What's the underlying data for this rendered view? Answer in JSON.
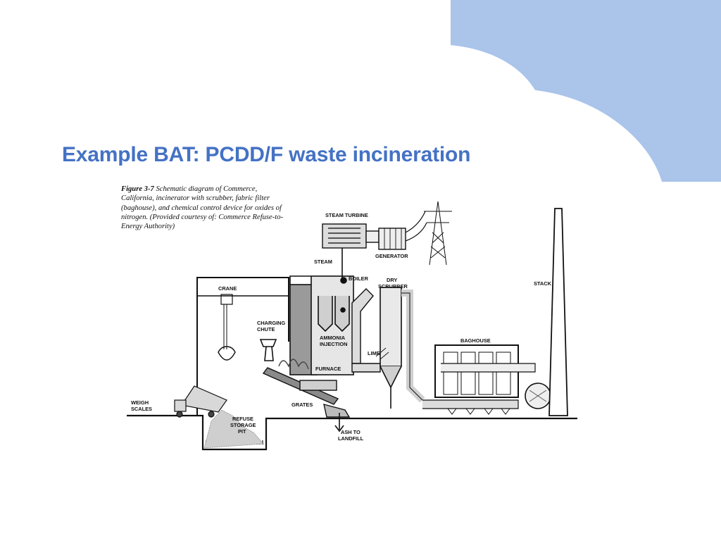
{
  "slide": {
    "title": "Example BAT: PCDD/F waste incineration",
    "accent_color": "#4472c4",
    "decoration_color": "#aac4ea"
  },
  "figure": {
    "caption_label": "Figure 3-7",
    "caption_text": " Schematic diagram of Commerce, California, incinerator with scrubber, fabric filter (baghouse), and chemical control device for oxides of nitrogen.  (Provided courtesy of: Commerce Refuse-to-Energy Authority)",
    "labels": {
      "steam_turbine": "STEAM TURBINE",
      "generator": "GENERATOR",
      "steam": "STEAM",
      "boiler": "BOILER",
      "dry_scrubber_1": "DRY",
      "dry_scrubber_2": "SCRUBBER",
      "stack": "STACK",
      "crane": "CRANE",
      "charging_chute_1": "CHARGING",
      "charging_chute_2": "CHUTE",
      "ammonia_injection_1": "AMMONIA",
      "ammonia_injection_2": "INJECTION",
      "lime": "LIME",
      "baghouse": "BAGHOUSE",
      "furnace": "FURNACE",
      "weigh_scales_1": "WEIGH",
      "weigh_scales_2": "SCALES",
      "grates": "GRATES",
      "refuse_storage_pit_1": "REFUSE",
      "refuse_storage_pit_2": "STORAGE",
      "refuse_storage_pit_3": "PIT",
      "ash_to_landfill_1": "ASH TO",
      "ash_to_landfill_2": "LANDFILL"
    }
  }
}
